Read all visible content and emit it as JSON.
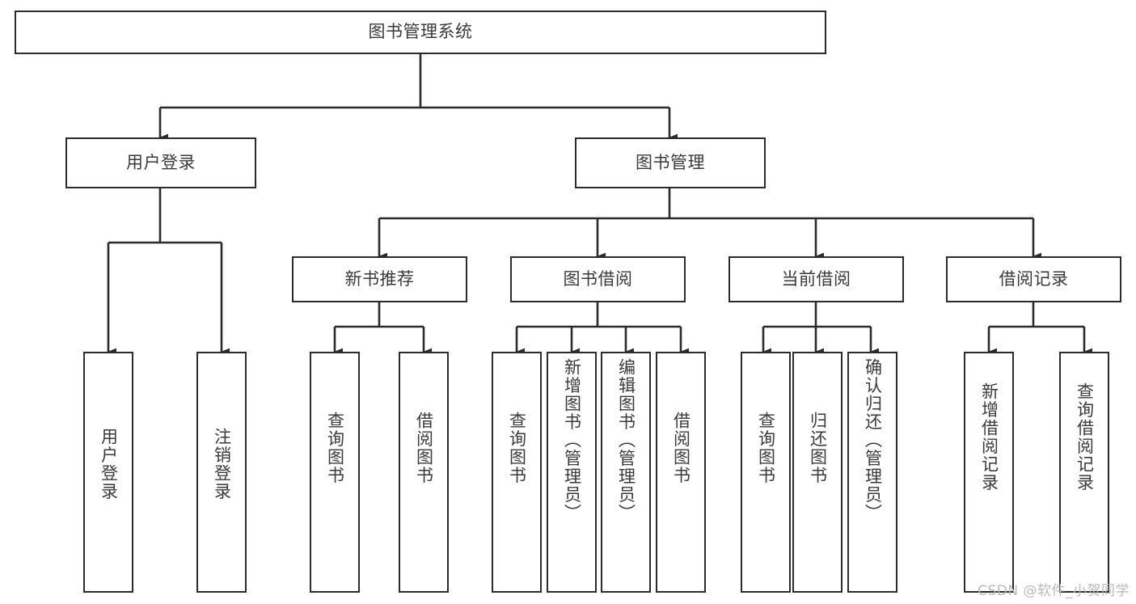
{
  "diagram": {
    "title": "图书管理系统",
    "type": "tree",
    "stroke_color": "#2b2b2b",
    "text_color": "#3a3a3a",
    "background": "#ffffff",
    "watermark": "CSDN @软件_小贺同学"
  },
  "nodes": {
    "root": {
      "label": "图书管理系统"
    },
    "level2": [
      {
        "id": "user-login",
        "label": "用户登录"
      },
      {
        "id": "book-manage",
        "label": "图书管理"
      }
    ],
    "level3": [
      {
        "id": "new-book-recommend",
        "label": "新书推荐"
      },
      {
        "id": "book-borrow",
        "label": "图书借阅"
      },
      {
        "id": "current-borrow",
        "label": "当前借阅"
      },
      {
        "id": "borrow-record",
        "label": "借阅记录"
      }
    ],
    "leaves": [
      {
        "id": "leaf-user-login",
        "label": "用户登录"
      },
      {
        "id": "leaf-logout-login",
        "label": "注销登录"
      },
      {
        "id": "leaf-query-book-1",
        "label": "查询图书"
      },
      {
        "id": "leaf-borrow-book-1",
        "label": "借阅图书"
      },
      {
        "id": "leaf-query-book-2",
        "label": "查询图书"
      },
      {
        "id": "leaf-add-book",
        "label": "新增图书（管理员）"
      },
      {
        "id": "leaf-edit-book",
        "label": "编辑图书（管理员）"
      },
      {
        "id": "leaf-borrow-book-2",
        "label": "借阅图书"
      },
      {
        "id": "leaf-query-book-3",
        "label": "查询图书"
      },
      {
        "id": "leaf-return-book",
        "label": "归还图书"
      },
      {
        "id": "leaf-confirm-return",
        "label": "确认归还（管理员）"
      },
      {
        "id": "leaf-add-record",
        "label": "新增借阅记录"
      },
      {
        "id": "leaf-query-record",
        "label": "查询借阅记录"
      }
    ]
  }
}
